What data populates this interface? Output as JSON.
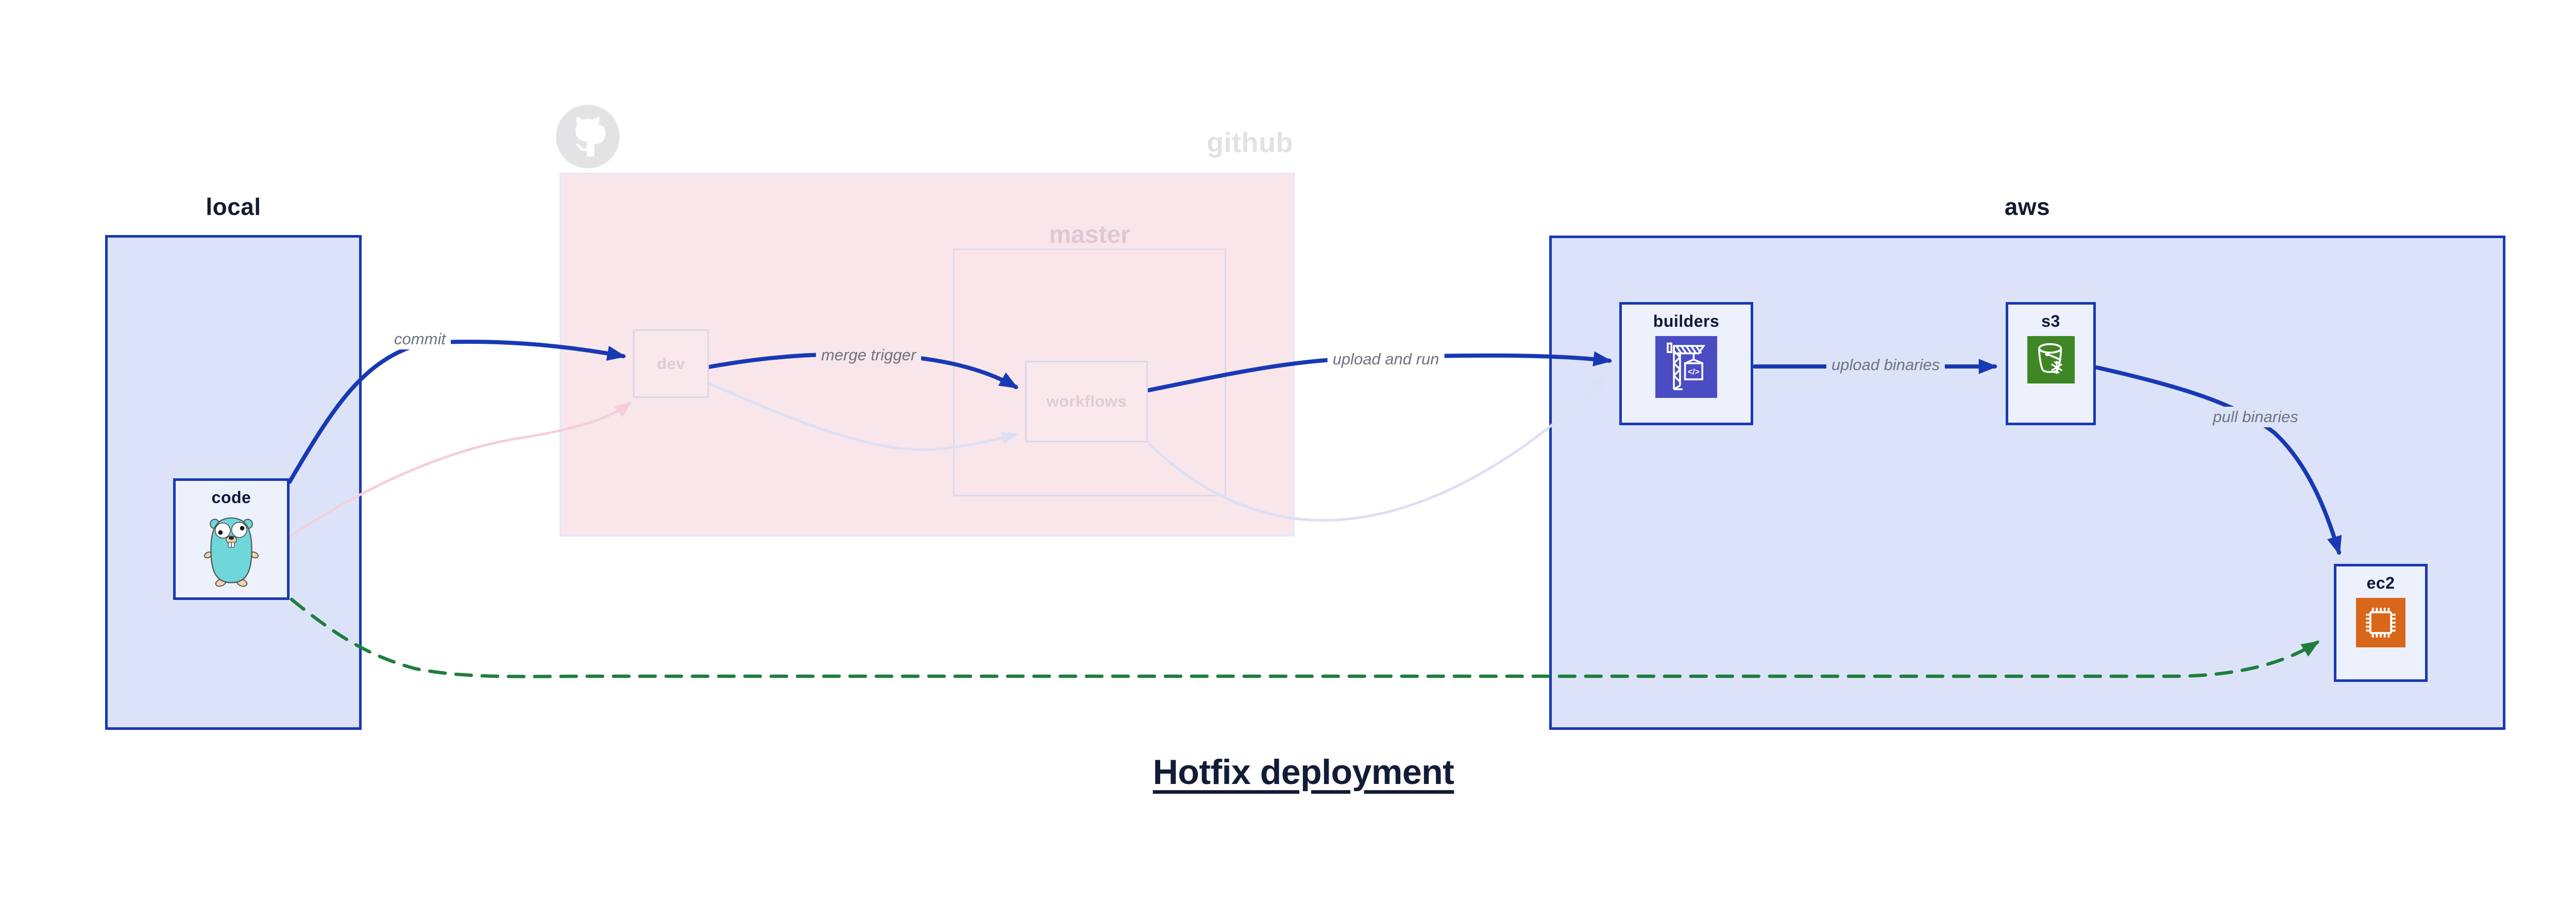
{
  "title": "Hotfix deployment",
  "containers": {
    "local": {
      "label": "local"
    },
    "github": {
      "label": "github",
      "master": {
        "label": "master"
      }
    },
    "aws": {
      "label": "aws"
    }
  },
  "nodes": {
    "code": {
      "label": "code",
      "icon": "go-gopher"
    },
    "dev": {
      "label": "dev"
    },
    "workflows": {
      "label": "workflows"
    },
    "builders": {
      "label": "builders",
      "icon": "codebuild-crane"
    },
    "s3": {
      "label": "s3",
      "icon": "s3-bucket-snowflake"
    },
    "ec2": {
      "label": "ec2",
      "icon": "ec2-chip"
    }
  },
  "edge_labels": {
    "commit": "commit",
    "merge_trigger": "merge trigger",
    "upload_and_run": "upload and run",
    "upload_binaries": "upload binaries",
    "pull_binaries": "pull binaries"
  },
  "colors": {
    "edge_blue": "#1839b4",
    "edge_green_dashed": "#1f7e3d",
    "ghost_pink": "#f4cfda",
    "ghost_lavender": "#dde0f3",
    "container_fill": "#dce3f8",
    "github_fill": "#f8e6ea",
    "node_fill": "#edf1fc",
    "codebuild_purple": "#4a4cc3",
    "s3_green": "#3f8624",
    "ec2_orange": "#d9671a",
    "label_gray": "#6d7380",
    "text_navy": "#131c36"
  }
}
